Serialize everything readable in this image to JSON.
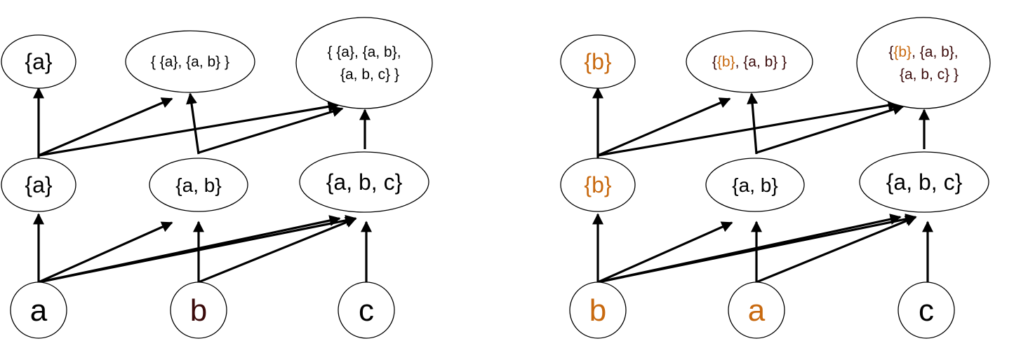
{
  "colors": {
    "ink": "#000000",
    "accent": "#c8690f",
    "dark_red": "#3a0a0a"
  },
  "left": {
    "inputs": [
      {
        "runs": [
          {
            "t": "a",
            "c": "ink"
          }
        ]
      },
      {
        "runs": [
          {
            "t": "b",
            "c": "dark_red"
          }
        ]
      },
      {
        "runs": [
          {
            "t": "c",
            "c": "ink"
          }
        ]
      }
    ],
    "middle": [
      {
        "runs": [
          {
            "t": "{a}",
            "c": "ink"
          }
        ]
      },
      {
        "runs": [
          {
            "t": "{a, b}",
            "c": "ink"
          }
        ]
      },
      {
        "runs": [
          {
            "t": "{a, b, c}",
            "c": "ink"
          }
        ]
      }
    ],
    "top": [
      {
        "lines": [
          [
            {
              "t": "{a}",
              "c": "ink"
            }
          ]
        ]
      },
      {
        "lines": [
          [
            {
              "t": "{ {a}, {a, b} }",
              "c": "ink"
            }
          ]
        ]
      },
      {
        "lines": [
          [
            {
              "t": "{ {a}, {a, b},",
              "c": "ink"
            }
          ],
          [
            {
              "t": "{a, b, c} }",
              "c": "ink"
            }
          ]
        ]
      }
    ]
  },
  "right": {
    "inputs": [
      {
        "runs": [
          {
            "t": "b",
            "c": "accent"
          }
        ]
      },
      {
        "runs": [
          {
            "t": "a",
            "c": "accent"
          }
        ]
      },
      {
        "runs": [
          {
            "t": "c",
            "c": "ink"
          }
        ]
      }
    ],
    "middle": [
      {
        "runs": [
          {
            "t": "{b}",
            "c": "accent"
          }
        ]
      },
      {
        "runs": [
          {
            "t": "{a, b}",
            "c": "ink"
          }
        ]
      },
      {
        "runs": [
          {
            "t": "{a, b, c}",
            "c": "ink"
          }
        ]
      }
    ],
    "top": [
      {
        "lines": [
          [
            {
              "t": "{b}",
              "c": "accent"
            }
          ]
        ]
      },
      {
        "lines": [
          [
            {
              "t": "{",
              "c": "dark_red"
            },
            {
              "t": "{b}",
              "c": "accent"
            },
            {
              "t": ", {a, b} }",
              "c": "dark_red"
            }
          ]
        ]
      },
      {
        "lines": [
          [
            {
              "t": "{",
              "c": "dark_red"
            },
            {
              "t": "{b}",
              "c": "accent"
            },
            {
              "t": ", {a, b},",
              "c": "dark_red"
            }
          ],
          [
            {
              "t": "{a, b, c} }",
              "c": "dark_red"
            }
          ]
        ]
      }
    ]
  }
}
